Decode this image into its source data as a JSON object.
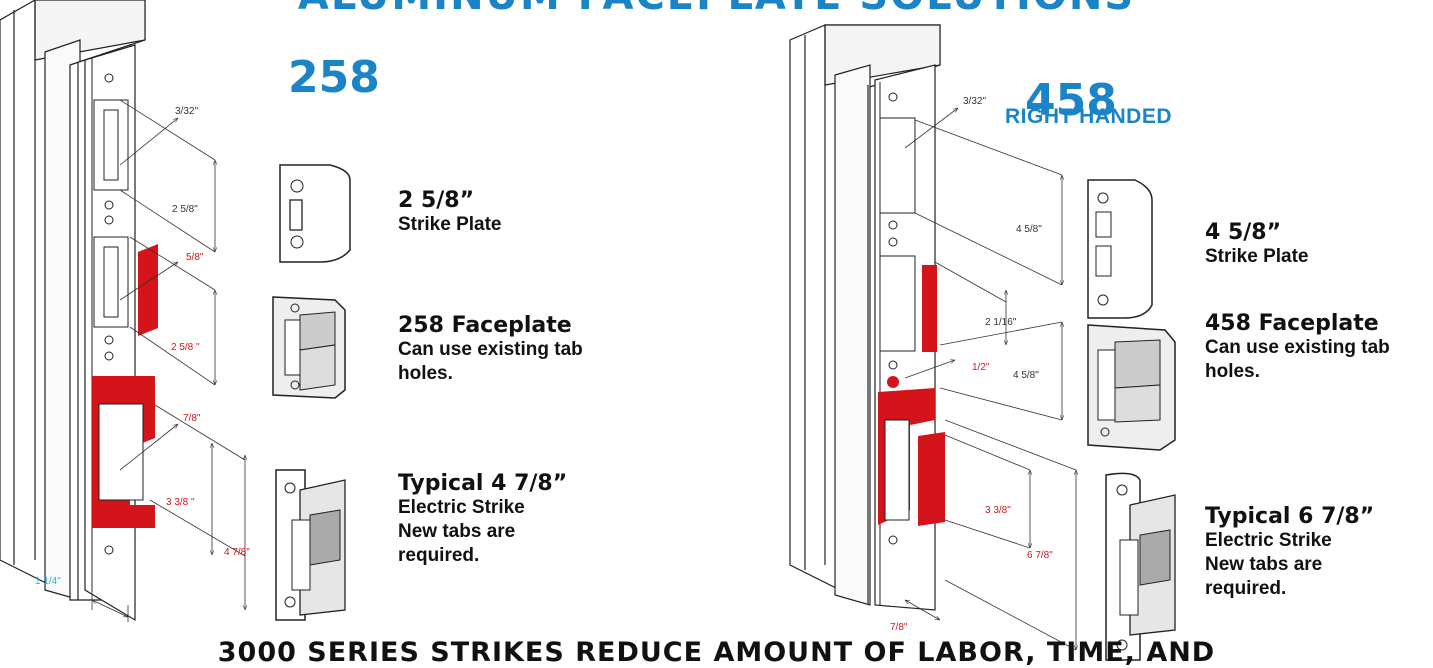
{
  "header": {
    "banner": "ALUMINUM FACEPLATE SOLUTIONS"
  },
  "footer": {
    "text": "3000 SERIES STRIKES REDUCE AMOUNT OF LABOR, TIME, AND"
  },
  "left": {
    "model": "258",
    "dims": {
      "d1": "3/32\"",
      "d2": "2 5/8\"",
      "d3": "5/8\"",
      "d4": "2 5/8 \"",
      "d5": "7/8\"",
      "d6": "3 3/8 \"",
      "d7": "4 7/8\"",
      "d8": "1 1/4\""
    },
    "items": [
      {
        "title": "2 5/8”",
        "lines": [
          "Strike Plate"
        ]
      },
      {
        "title": "258 Faceplate",
        "lines": [
          "Can use existing tab",
          "holes."
        ]
      },
      {
        "title": "Typical 4 7/8”",
        "lines": [
          "Electric Strike",
          "New tabs are",
          "required."
        ]
      }
    ]
  },
  "right": {
    "model": "458",
    "hand": "RIGHT HANDED",
    "dims": {
      "d1": "3/32\"",
      "d2": "4 5/8\"",
      "d3": "2 1/16\"",
      "d4": "1/2\"",
      "d5": "4 5/8\"",
      "d6": "3 3/8\"",
      "d7": "6 7/8\"",
      "d8": "7/8\""
    },
    "items": [
      {
        "title": "4 5/8”",
        "lines": [
          "Strike Plate"
        ]
      },
      {
        "title": "458 Faceplate",
        "lines": [
          "Can use existing tab",
          "holes."
        ]
      },
      {
        "title": "Typical 6 7/8”",
        "lines": [
          "Electric Strike",
          "New tabs are",
          "required."
        ]
      }
    ]
  },
  "colors": {
    "accent": "#1b84c6",
    "highlight": "#d4131b",
    "dimension-red": "#d4131b",
    "dimension-cyan": "#29b0d8"
  }
}
